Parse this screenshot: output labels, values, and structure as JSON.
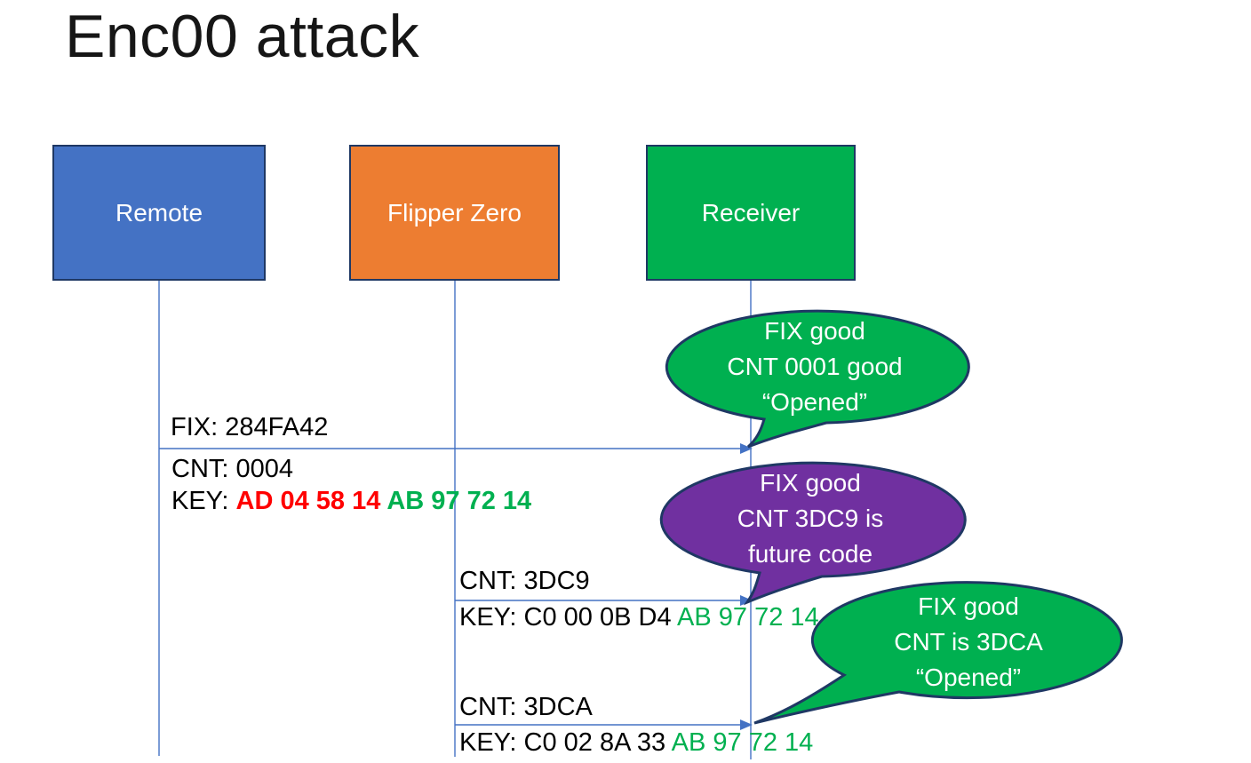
{
  "title": "Enc00 attack",
  "colors": {
    "remote_fill": "#4472C4",
    "flipper_fill": "#ED7D31",
    "receiver_fill": "#00B050",
    "bubble_green": "#00B050",
    "bubble_purple": "#7030A0",
    "shape_border": "#1F3864",
    "line_blue": "#4472C4",
    "key_red_text": "#FF0000",
    "key_green_text": "#00B050",
    "bubble_text": "#FFFFFF",
    "title_text": "#161616"
  },
  "actors": [
    {
      "id": "remote",
      "label": "Remote",
      "fill": "#4472C4"
    },
    {
      "id": "flipper-zero",
      "label": "Flipper Zero",
      "fill": "#ED7D31"
    },
    {
      "id": "receiver",
      "label": "Receiver",
      "fill": "#00B050"
    }
  ],
  "messages": [
    {
      "from": "Remote",
      "to": "Receiver",
      "fix": "FIX: 284FA42",
      "cnt": "CNT: 0004",
      "key_prefix": "KEY: ",
      "key_red": "AD 04 58 14 ",
      "key_green": "AB 97 72 14"
    },
    {
      "from": "Flipper Zero",
      "to": "Receiver",
      "cnt": "CNT: 3DC9",
      "key_prefix": "KEY: C0 00 0B D4 ",
      "key_green": "AB 97 72 14"
    },
    {
      "from": "Flipper Zero",
      "to": "Receiver",
      "cnt": "CNT: 3DCA",
      "key_prefix": "KEY: C0 02 8A 33 ",
      "key_green": "AB 97 72 14"
    }
  ],
  "bubbles": [
    {
      "color": "#00B050",
      "lines": [
        "FIX good",
        "CNT 0001 good",
        "“Opened”"
      ]
    },
    {
      "color": "#7030A0",
      "lines": [
        "FIX good",
        "CNT 3DC9 is",
        "future code"
      ]
    },
    {
      "color": "#00B050",
      "lines": [
        "FIX good",
        "CNT is 3DCA",
        "“Opened”"
      ]
    }
  ]
}
